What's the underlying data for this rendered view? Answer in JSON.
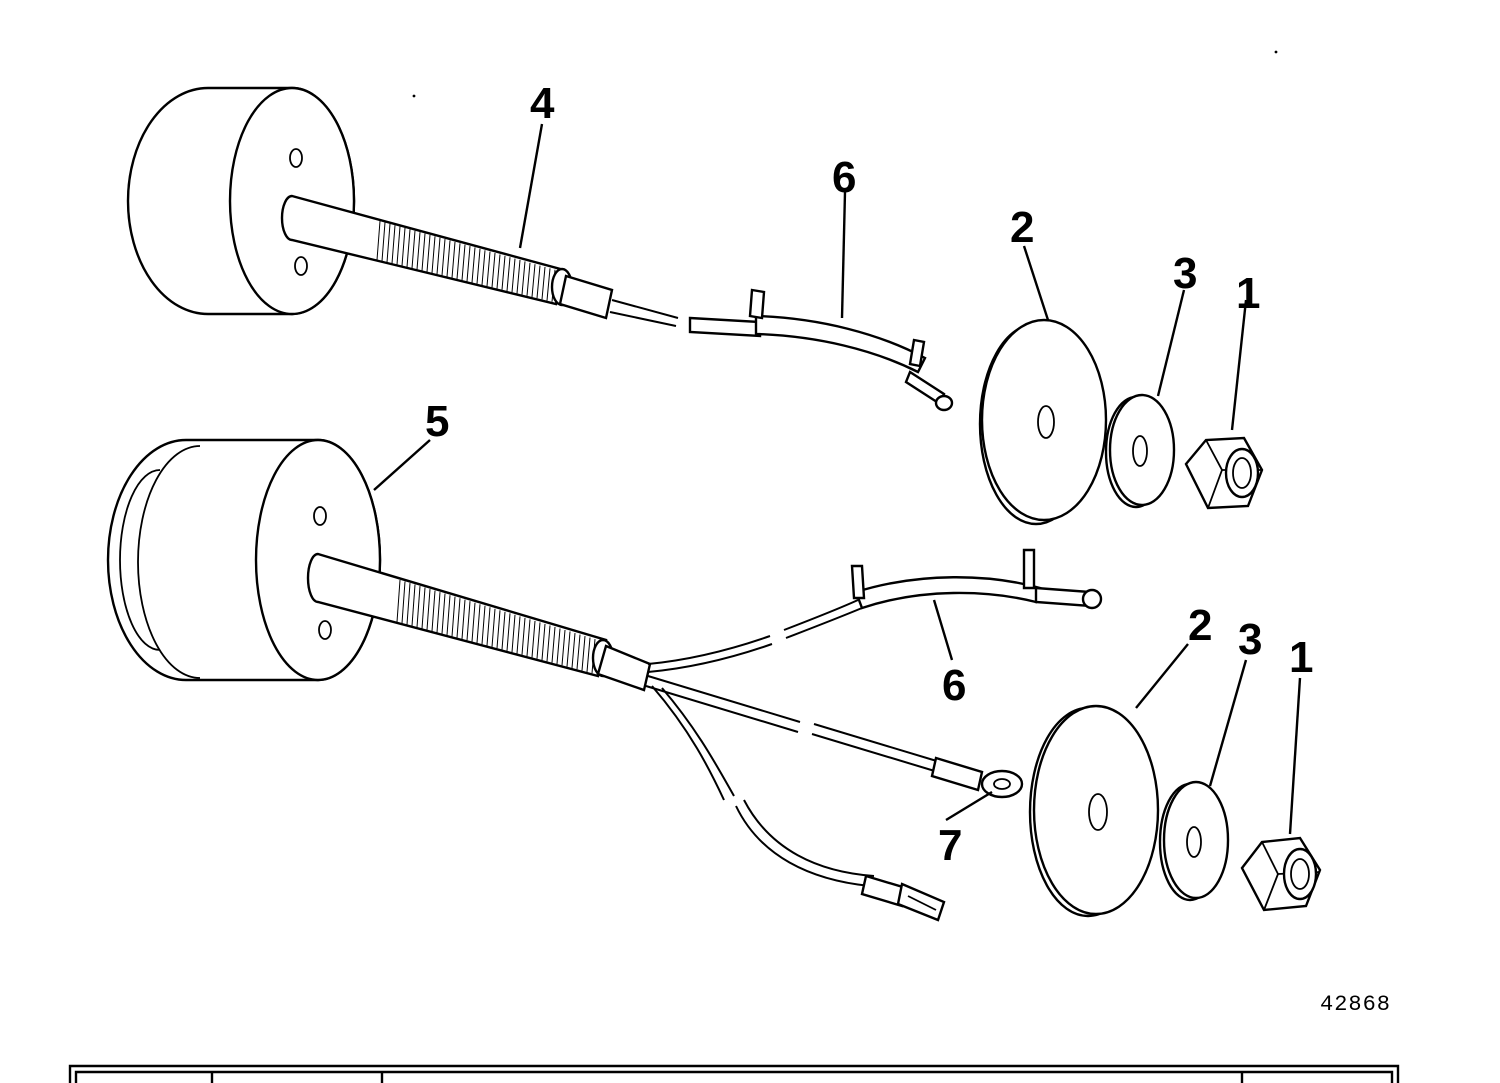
{
  "diagram": {
    "figure_number": "42868",
    "callouts": {
      "top_assembly": [
        "4",
        "6",
        "2",
        "3",
        "1"
      ],
      "bottom_assembly": [
        "5",
        "6",
        "7",
        "2",
        "3",
        "1"
      ]
    }
  }
}
